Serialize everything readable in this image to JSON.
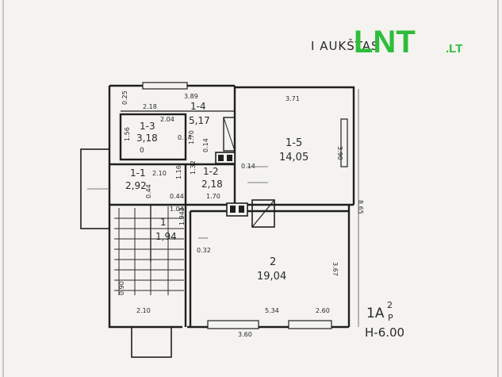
{
  "header": {
    "compass_label": "I AUKŠTAS"
  },
  "logo": {
    "main": "LNT",
    "suffix": ".LT",
    "color": "#2dbd3a"
  },
  "rooms": [
    {
      "id": "1-1",
      "area": "2,92"
    },
    {
      "id": "1-2",
      "area": "2,18"
    },
    {
      "id": "1-3",
      "area": "3,18"
    },
    {
      "id": "1-4",
      "area": "5,17"
    },
    {
      "id": "1-5",
      "area": "14,05"
    },
    {
      "id": "1",
      "area": "1,94"
    },
    {
      "id": "2",
      "area": "19,04"
    }
  ],
  "dimensions": {
    "top_small": "3.89",
    "r14_width": "2.18",
    "r13_width": "2.04",
    "r15_width": "3.71",
    "r15_height": "3.90",
    "outer_height": "8.65",
    "r11_width": "2.10",
    "r12_width": "1.70",
    "r2_height": "3.67",
    "r2_bottom": "5.34",
    "r2_bottom_right": "2.60",
    "bottom_total": "3.60",
    "left_090": "0.90",
    "left_156": "1.56",
    "top_025": "0.25",
    "v_014a": "0.14",
    "v_014b": "0.14",
    "v_014c": "0.14",
    "v_170": "1.70",
    "v_132": "1.32",
    "v_116": "1.16",
    "v_044a": "0.44",
    "v_044b": "0.44",
    "v_040": "1.04",
    "v_032": "0.32",
    "v_1943": "1.943",
    "bottom_left": "2.10",
    "room1_marker": "1",
    "room13_o": "0"
  },
  "stamp": {
    "floor_code": "1A",
    "floor_sup": "2",
    "floor_sub": "P",
    "height": "H-6.00"
  }
}
